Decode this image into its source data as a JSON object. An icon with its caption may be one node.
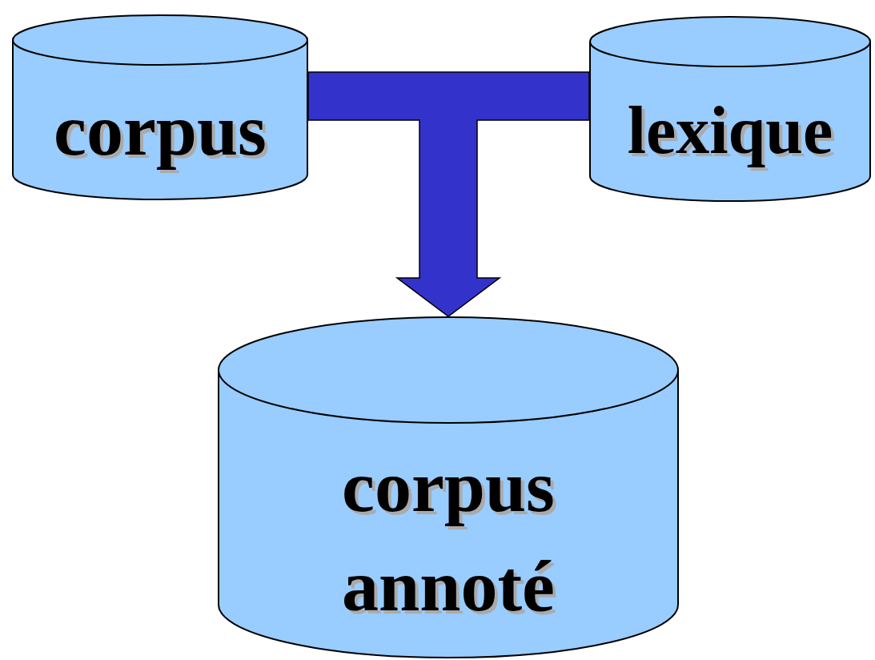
{
  "diagram": {
    "nodes": [
      {
        "text": [
          "corpus"
        ]
      },
      {
        "text": [
          "lexique"
        ]
      },
      {
        "text": [
          "corpus annoté"
        ]
      }
    ],
    "edges": [
      {
        "from": 0,
        "to": 2,
        "arrow": "to",
        "style": "thick"
      },
      {
        "from": 1,
        "to": 2,
        "arrow": "to",
        "style": "thick"
      }
    ]
  }
}
